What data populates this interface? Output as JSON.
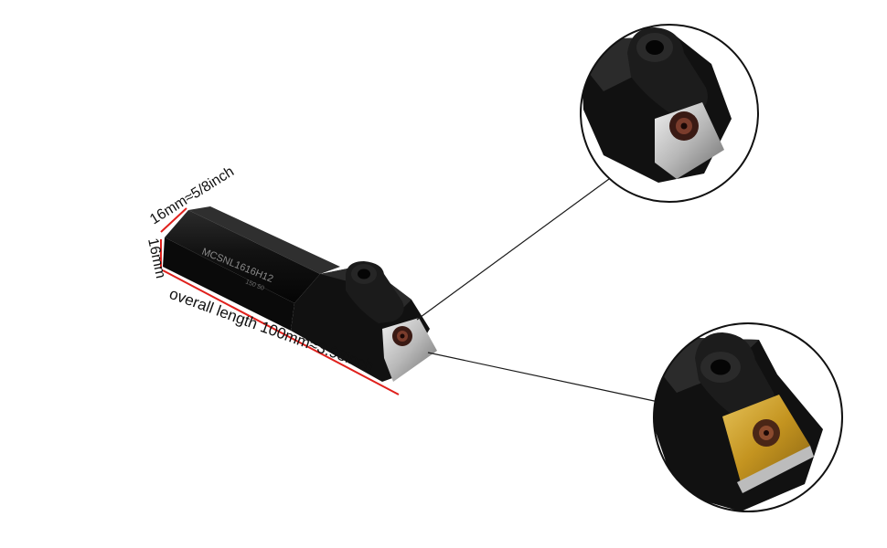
{
  "labels": {
    "width": "16mm≈5/8inch",
    "height": "16mm",
    "length": "overall length  100mm≈3.93inch",
    "engraving": "MCSNL1616H12",
    "engraving_small": "150 50"
  },
  "colors": {
    "dimension_line": "#e0201c",
    "leader_line": "#1a1a1a",
    "holder_body": "#101010",
    "holder_highlight": "#2a2a2a",
    "insert_gold": "#c9a227",
    "screw": "#5a2a22"
  },
  "icons": {
    "clamp": "clamp-screw-icon",
    "insert": "carbide-insert-icon"
  }
}
